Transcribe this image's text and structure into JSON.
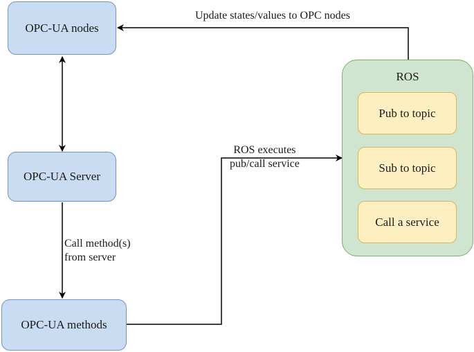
{
  "nodes": {
    "opcua_nodes": "OPC-UA nodes",
    "opcua_server": "OPC-UA Server",
    "opcua_methods": "OPC-UA methods",
    "ros": "ROS",
    "pub_topic": "Pub to topic",
    "sub_topic": "Sub to topic",
    "call_service": "Call a service"
  },
  "edges": {
    "update_label": "Update states/values to OPC nodes",
    "ros_exec_line1": "ROS executes",
    "ros_exec_line2": "pub/call service",
    "call_method_line1": "Call method(s)",
    "call_method_line2": "from server"
  },
  "colors": {
    "blue_fill": "#c9dcf2",
    "blue_stroke": "#6d94c7",
    "green_fill": "#cfe5cf",
    "green_stroke": "#76b26a",
    "yellow_fill": "#fdefbf",
    "yellow_stroke": "#d8b65a"
  }
}
